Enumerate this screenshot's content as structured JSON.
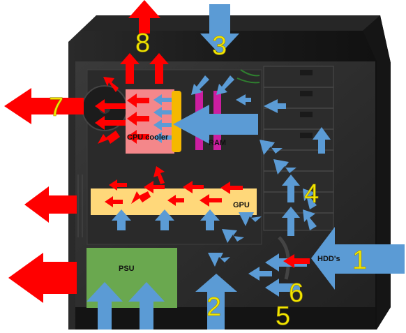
{
  "labels": {
    "cpu_cooler": "CPU cooler",
    "ram": "RAM",
    "gpu": "GPU",
    "psu": "PSU",
    "hdds": "HDD's"
  },
  "numbers": [
    "1",
    "2",
    "3",
    "4",
    "5",
    "6",
    "7",
    "8"
  ],
  "colors": {
    "intake_arrow": "#5b9bd5",
    "exhaust_arrow": "#ff0000",
    "cpu_cooler": "#f4878a",
    "cpu_heatsink": "#f5b800",
    "ram": "#cc1ea0",
    "gpu": "#ffd87a",
    "psu": "#6aa84f",
    "number": "#f2e600",
    "case": "#1b1b1b"
  }
}
